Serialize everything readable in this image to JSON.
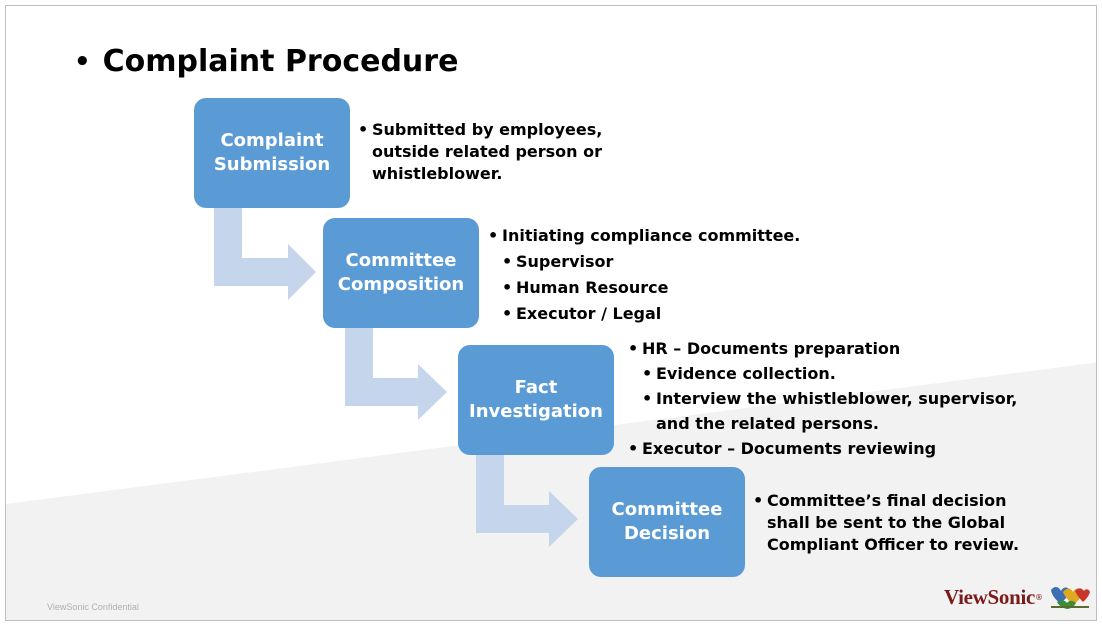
{
  "title": "Complaint Procedure",
  "bullet": "•",
  "colors": {
    "box_fill": "#5b9bd5",
    "arrow_fill": "#c5d6ec",
    "logo_text": "#7b1a1a"
  },
  "steps": [
    {
      "label": "Complaint\nSubmission",
      "notes": [
        {
          "level": 1,
          "text": "Submitted by employees, outside related person or whistleblower."
        }
      ]
    },
    {
      "label": "Committee\nComposition",
      "notes": [
        {
          "level": 1,
          "text": "Initiating compliance committee."
        },
        {
          "level": 2,
          "text": "Supervisor"
        },
        {
          "level": 2,
          "text": "Human Resource"
        },
        {
          "level": 2,
          "text": "Executor / Legal"
        }
      ]
    },
    {
      "label": "Fact\nInvestigation",
      "notes": [
        {
          "level": 1,
          "text": "HR – Documents preparation"
        },
        {
          "level": 2,
          "text": "Evidence collection."
        },
        {
          "level": 2,
          "text": "Interview the whistleblower, supervisor, and the related persons."
        },
        {
          "level": 1,
          "text": "Executor – Documents reviewing"
        }
      ]
    },
    {
      "label": "Committee\nDecision",
      "notes": [
        {
          "level": 1,
          "text": "Committee’s final decision shall be sent to the Global Compliant Officer to review."
        }
      ]
    }
  ],
  "footer": {
    "confidential": "ViewSonic Confidential",
    "logo_text": "ViewSonic",
    "logo_tm": "®",
    "logo_icon": "birds-logo-icon"
  }
}
